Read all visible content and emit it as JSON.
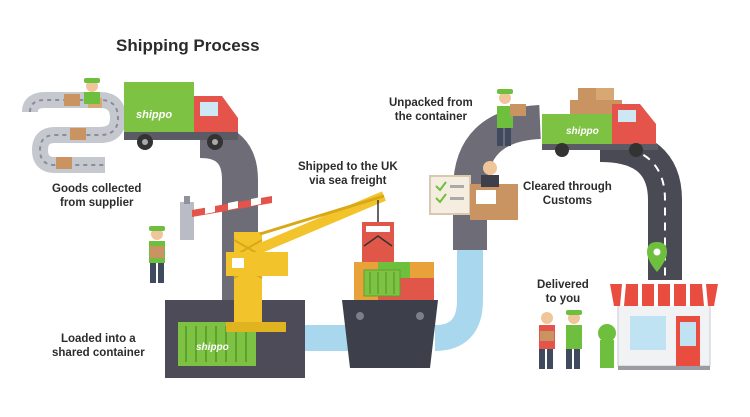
{
  "title": "Shipping Process",
  "steps": [
    {
      "line1": "Goods collected",
      "line2": "from supplier"
    },
    {
      "line1": "Loaded into a",
      "line2": "shared container"
    },
    {
      "line1": "Shipped to the UK",
      "line2": "via sea freight"
    },
    {
      "line1": "Unpacked from",
      "line2": "the container"
    },
    {
      "line1": "Cleared through",
      "line2": "Customs"
    },
    {
      "line1": "Delivered",
      "line2": "to you"
    }
  ],
  "brand": "shippo",
  "colors": {
    "road": "#6e6d77",
    "road_dark": "#4a4a55",
    "water": "#a9d8ee",
    "truck_cab": "#e4544b",
    "truck_body": "#7ec243",
    "crane": "#f3c32c",
    "ship_hull": "#3d3f4a",
    "container_red": "#e0574a",
    "shop_awning": "#e94d40",
    "pin": "#6fbf3f"
  }
}
